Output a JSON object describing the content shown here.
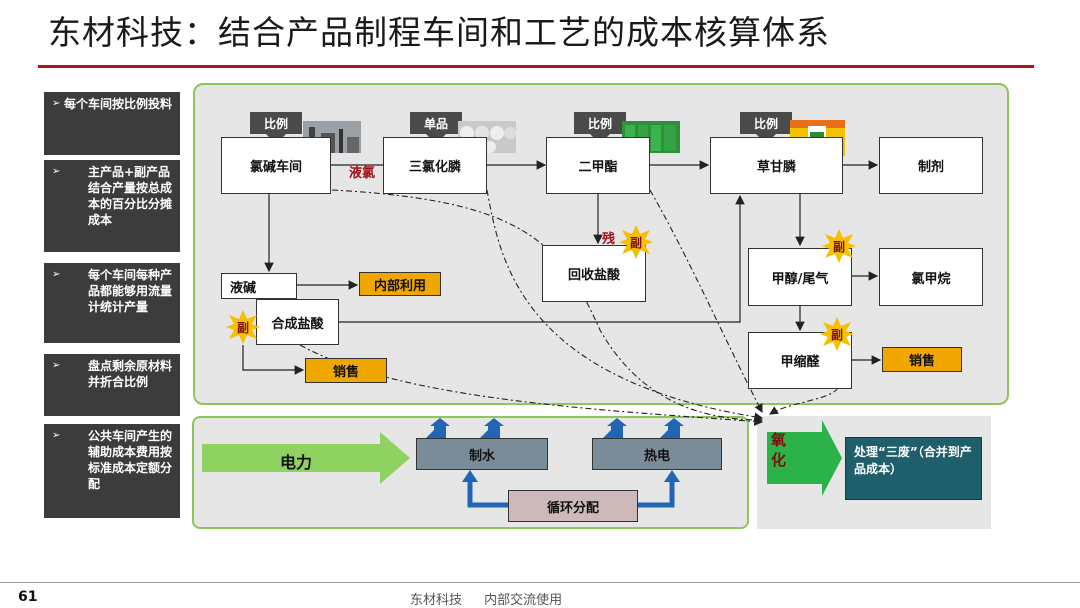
{
  "title": "东材科技：结合产品制程车间和工艺的成本核算体系",
  "sidebar": {
    "items": [
      {
        "label": "每个车间按比例投料"
      },
      {
        "label": "主产品+副产品结合产量按总成本的百分比分摊成本"
      },
      {
        "label": "每个车间每种产品都能够用流量计统计产量"
      },
      {
        "label": "盘点剩余原材料并折合比例"
      },
      {
        "label": "公共车间产生的辅助成本费用按标准成本定额分配"
      }
    ],
    "bullet": "➢"
  },
  "process": {
    "tags": [
      "比例",
      "单品",
      "比例",
      "比例"
    ],
    "boxes": {
      "chlor_alkali": "氯碱车间",
      "pcl3": "三氯化膦",
      "dimethyl": "二甲酯",
      "glyphosate": "草甘膦",
      "formulation": "制剂",
      "recovered_hcl": "回收盐酸",
      "methanol": "甲醇/尾气",
      "methyl_chloride": "氯甲烷",
      "methylal": "甲缩醛",
      "caustic": "液碱",
      "synthetic_hcl": "合成盐酸"
    },
    "orange": {
      "internal_use": "内部利用",
      "sales_1": "销售",
      "sales_2": "销售"
    },
    "labels": {
      "liquid_chlorine": "液氯",
      "residue": "残"
    },
    "byproduct": "副"
  },
  "utilities": {
    "power": "电力",
    "water": "制水",
    "heat": "热电",
    "circulation": "循环分配"
  },
  "treatment": {
    "oxidation": "氧化",
    "box": "处理“三废”（合并到产品成本）"
  },
  "colors": {
    "accent_red": "#b3121f",
    "panel_border": "#8ec65a",
    "orange": "#f0a800",
    "teal": "#1f5f6b",
    "green_arrow": "#8ed25f"
  },
  "footer": {
    "page": "61",
    "text": "东材科技 内部交流使用"
  }
}
